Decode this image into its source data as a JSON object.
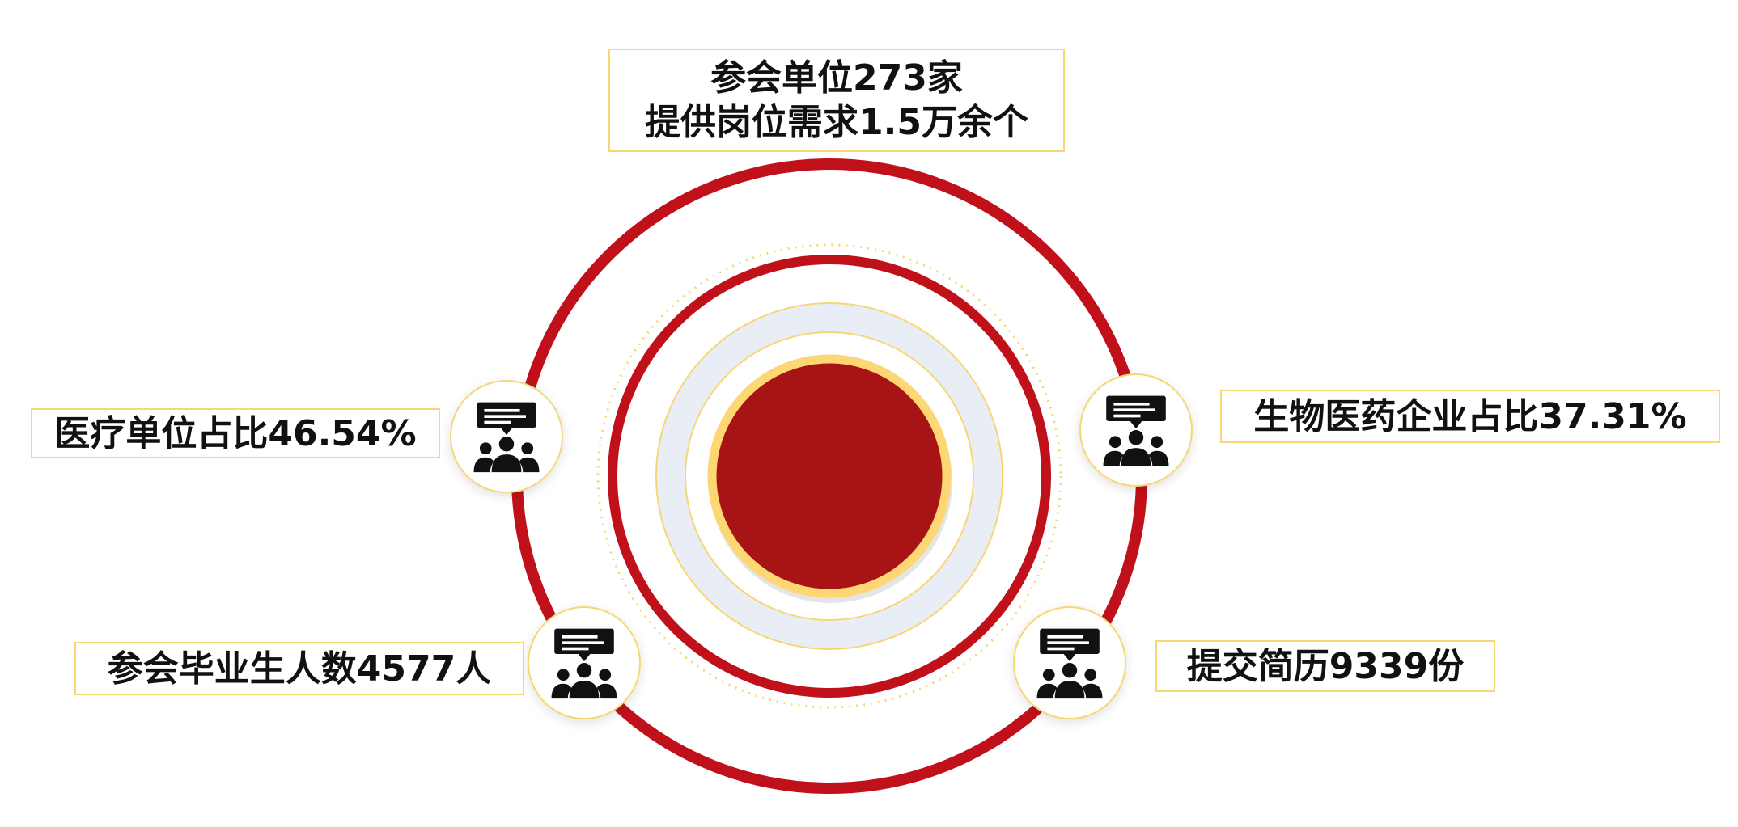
{
  "center": {
    "line1": "参会单位273家",
    "line2": "提供岗位需求1.5万余个"
  },
  "items": [
    {
      "label": "医疗单位占比46.54%",
      "icon": "people-chat-icon"
    },
    {
      "label": "生物医药企业占比37.31%",
      "icon": "people-chat-icon"
    },
    {
      "label": "参会毕业生人数4577人",
      "icon": "people-chat-icon"
    },
    {
      "label": "提交简历9339份",
      "icon": "people-chat-icon"
    }
  ],
  "colors": {
    "ring_red": "#c0111b",
    "core_red": "#a81316",
    "core_border": "#fcd773",
    "ring_gold": "#f7d774",
    "halo_fill": "#e9edf5",
    "icon_fill": "#111111"
  }
}
